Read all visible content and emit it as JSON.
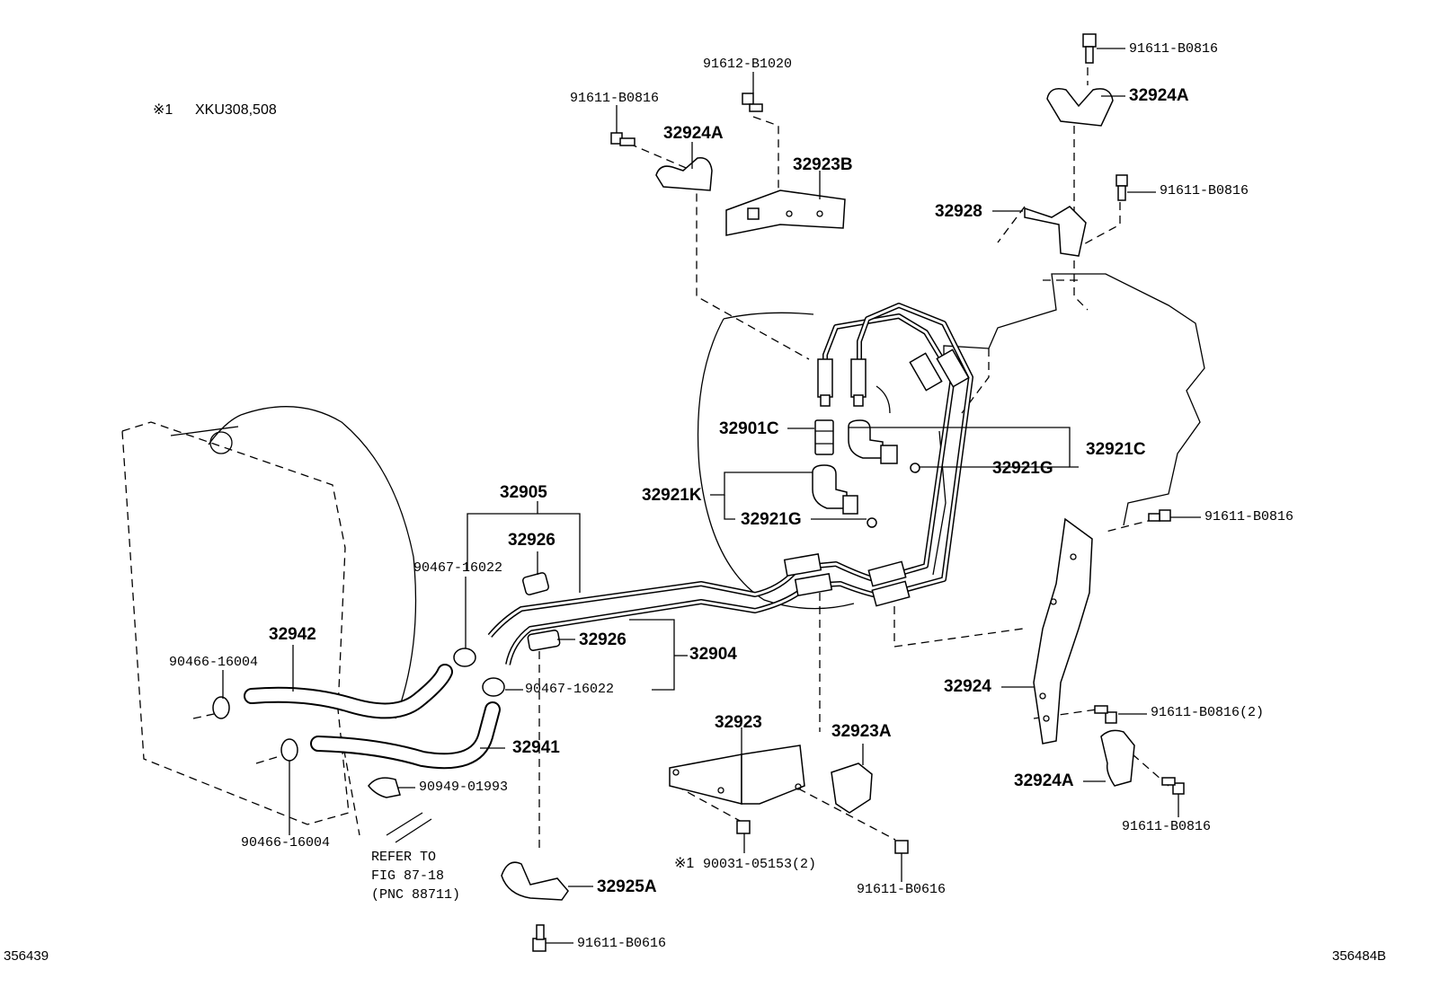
{
  "note": {
    "marker": "※1",
    "text": "XKU308,508"
  },
  "labels": {
    "bolt_91611_top_right": "91611-B0816",
    "clamp_32924A_top_right": "32924A",
    "bolt_91611_right_upper": "91611-B0816",
    "bracket_32928": "32928",
    "bolt_91612": "91612-B1020",
    "bolt_91611_top_left": "91611-B0816",
    "clamp_32924A_top_left": "32924A",
    "bracket_32923B": "32923B",
    "union_32901C": "32901C",
    "union_32921C": "32921C",
    "gasket_32921G_right": "32921G",
    "union_32921K": "32921K",
    "gasket_32921G_left": "32921G",
    "tube_32905": "32905",
    "hose_32926_upper": "32926",
    "clamp_90467_upper": "90467-16022",
    "hose_32926_lower": "32926",
    "tube_32904": "32904",
    "clamp_90467_lower": "90467-16022",
    "bolt_91611_right_mid": "91611-B0816",
    "hose_32942": "32942",
    "clip_90466_upper": "90466-16004",
    "hose_32941": "32941",
    "clamp_90949": "90949-01993",
    "clip_90466_lower": "90466-16004",
    "refer_line1": "REFER TO",
    "refer_line2": "FIG 87-18",
    "refer_line3": "(PNC 88711)",
    "bracket_32925A": "32925A",
    "bolt_91611_bottom": "91611-B0616",
    "bracket_32923": "32923",
    "clamp_32923A": "32923A",
    "bolt_90031_marker": "※1",
    "bolt_90031": "90031-05153(2)",
    "bolt_91611_B0616_center": "91611-B0616",
    "bracket_32924": "32924",
    "bolt_91611_x2": "91611-B0816(2)",
    "clamp_32924A_bottom": "32924A",
    "bolt_91611_bottom_right": "91611-B0816"
  },
  "footer": {
    "left_id": "356439",
    "right_id": "356484B"
  }
}
